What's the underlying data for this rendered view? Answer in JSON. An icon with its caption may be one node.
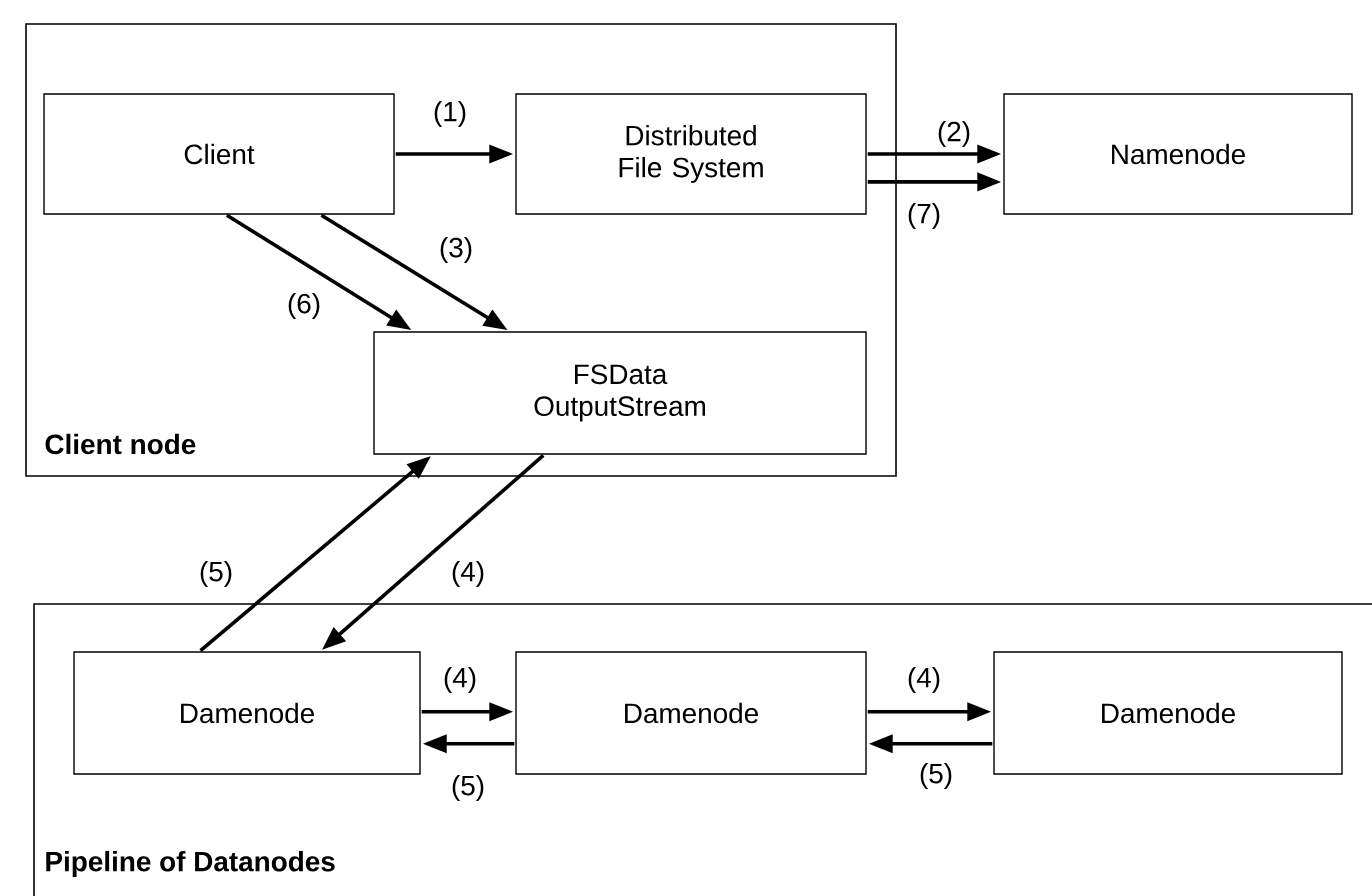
{
  "diagram": {
    "nodes": [
      {
        "text": [
          "Client node"
        ]
      },
      {
        "text": [
          "Client"
        ],
        "in": 0
      },
      {
        "text": [
          "Distributed File System"
        ],
        "in": 0
      },
      {
        "text": [
          "Namenode"
        ]
      },
      {
        "text": [
          "FSData OutputStream"
        ],
        "in": 0
      },
      {
        "text": [
          "Pipeline of Datanodes"
        ]
      },
      {
        "text": [
          "Damenode"
        ],
        "in": 5
      },
      {
        "text": [
          "Damenode"
        ],
        "in": 5
      },
      {
        "text": [
          "Damenode"
        ],
        "in": 5
      }
    ],
    "edges": [
      {
        "from": 1,
        "to": 2,
        "arrow": "to",
        "label": "(1)"
      },
      {
        "from": 2,
        "to": 3,
        "arrow": "to",
        "label": "(2)"
      },
      {
        "from": 2,
        "to": 3,
        "arrow": "to",
        "label": "(7)"
      },
      {
        "from": 1,
        "to": 4,
        "arrow": "to",
        "label": "(3)"
      },
      {
        "from": 1,
        "to": 4,
        "arrow": "to",
        "label": "(6)"
      },
      {
        "from": 4,
        "to": 6,
        "arrow": "to",
        "label": "(4)"
      },
      {
        "from": 6,
        "to": 4,
        "arrow": "to",
        "label": "(5)"
      },
      {
        "from": 6,
        "to": 7,
        "arrow": "to",
        "label": "(4)"
      },
      {
        "from": 7,
        "to": 6,
        "arrow": "to",
        "label": "(5)"
      },
      {
        "from": 7,
        "to": 8,
        "arrow": "to",
        "label": "(4)"
      },
      {
        "from": 8,
        "to": 7,
        "arrow": "to",
        "label": "(5)"
      }
    ]
  }
}
